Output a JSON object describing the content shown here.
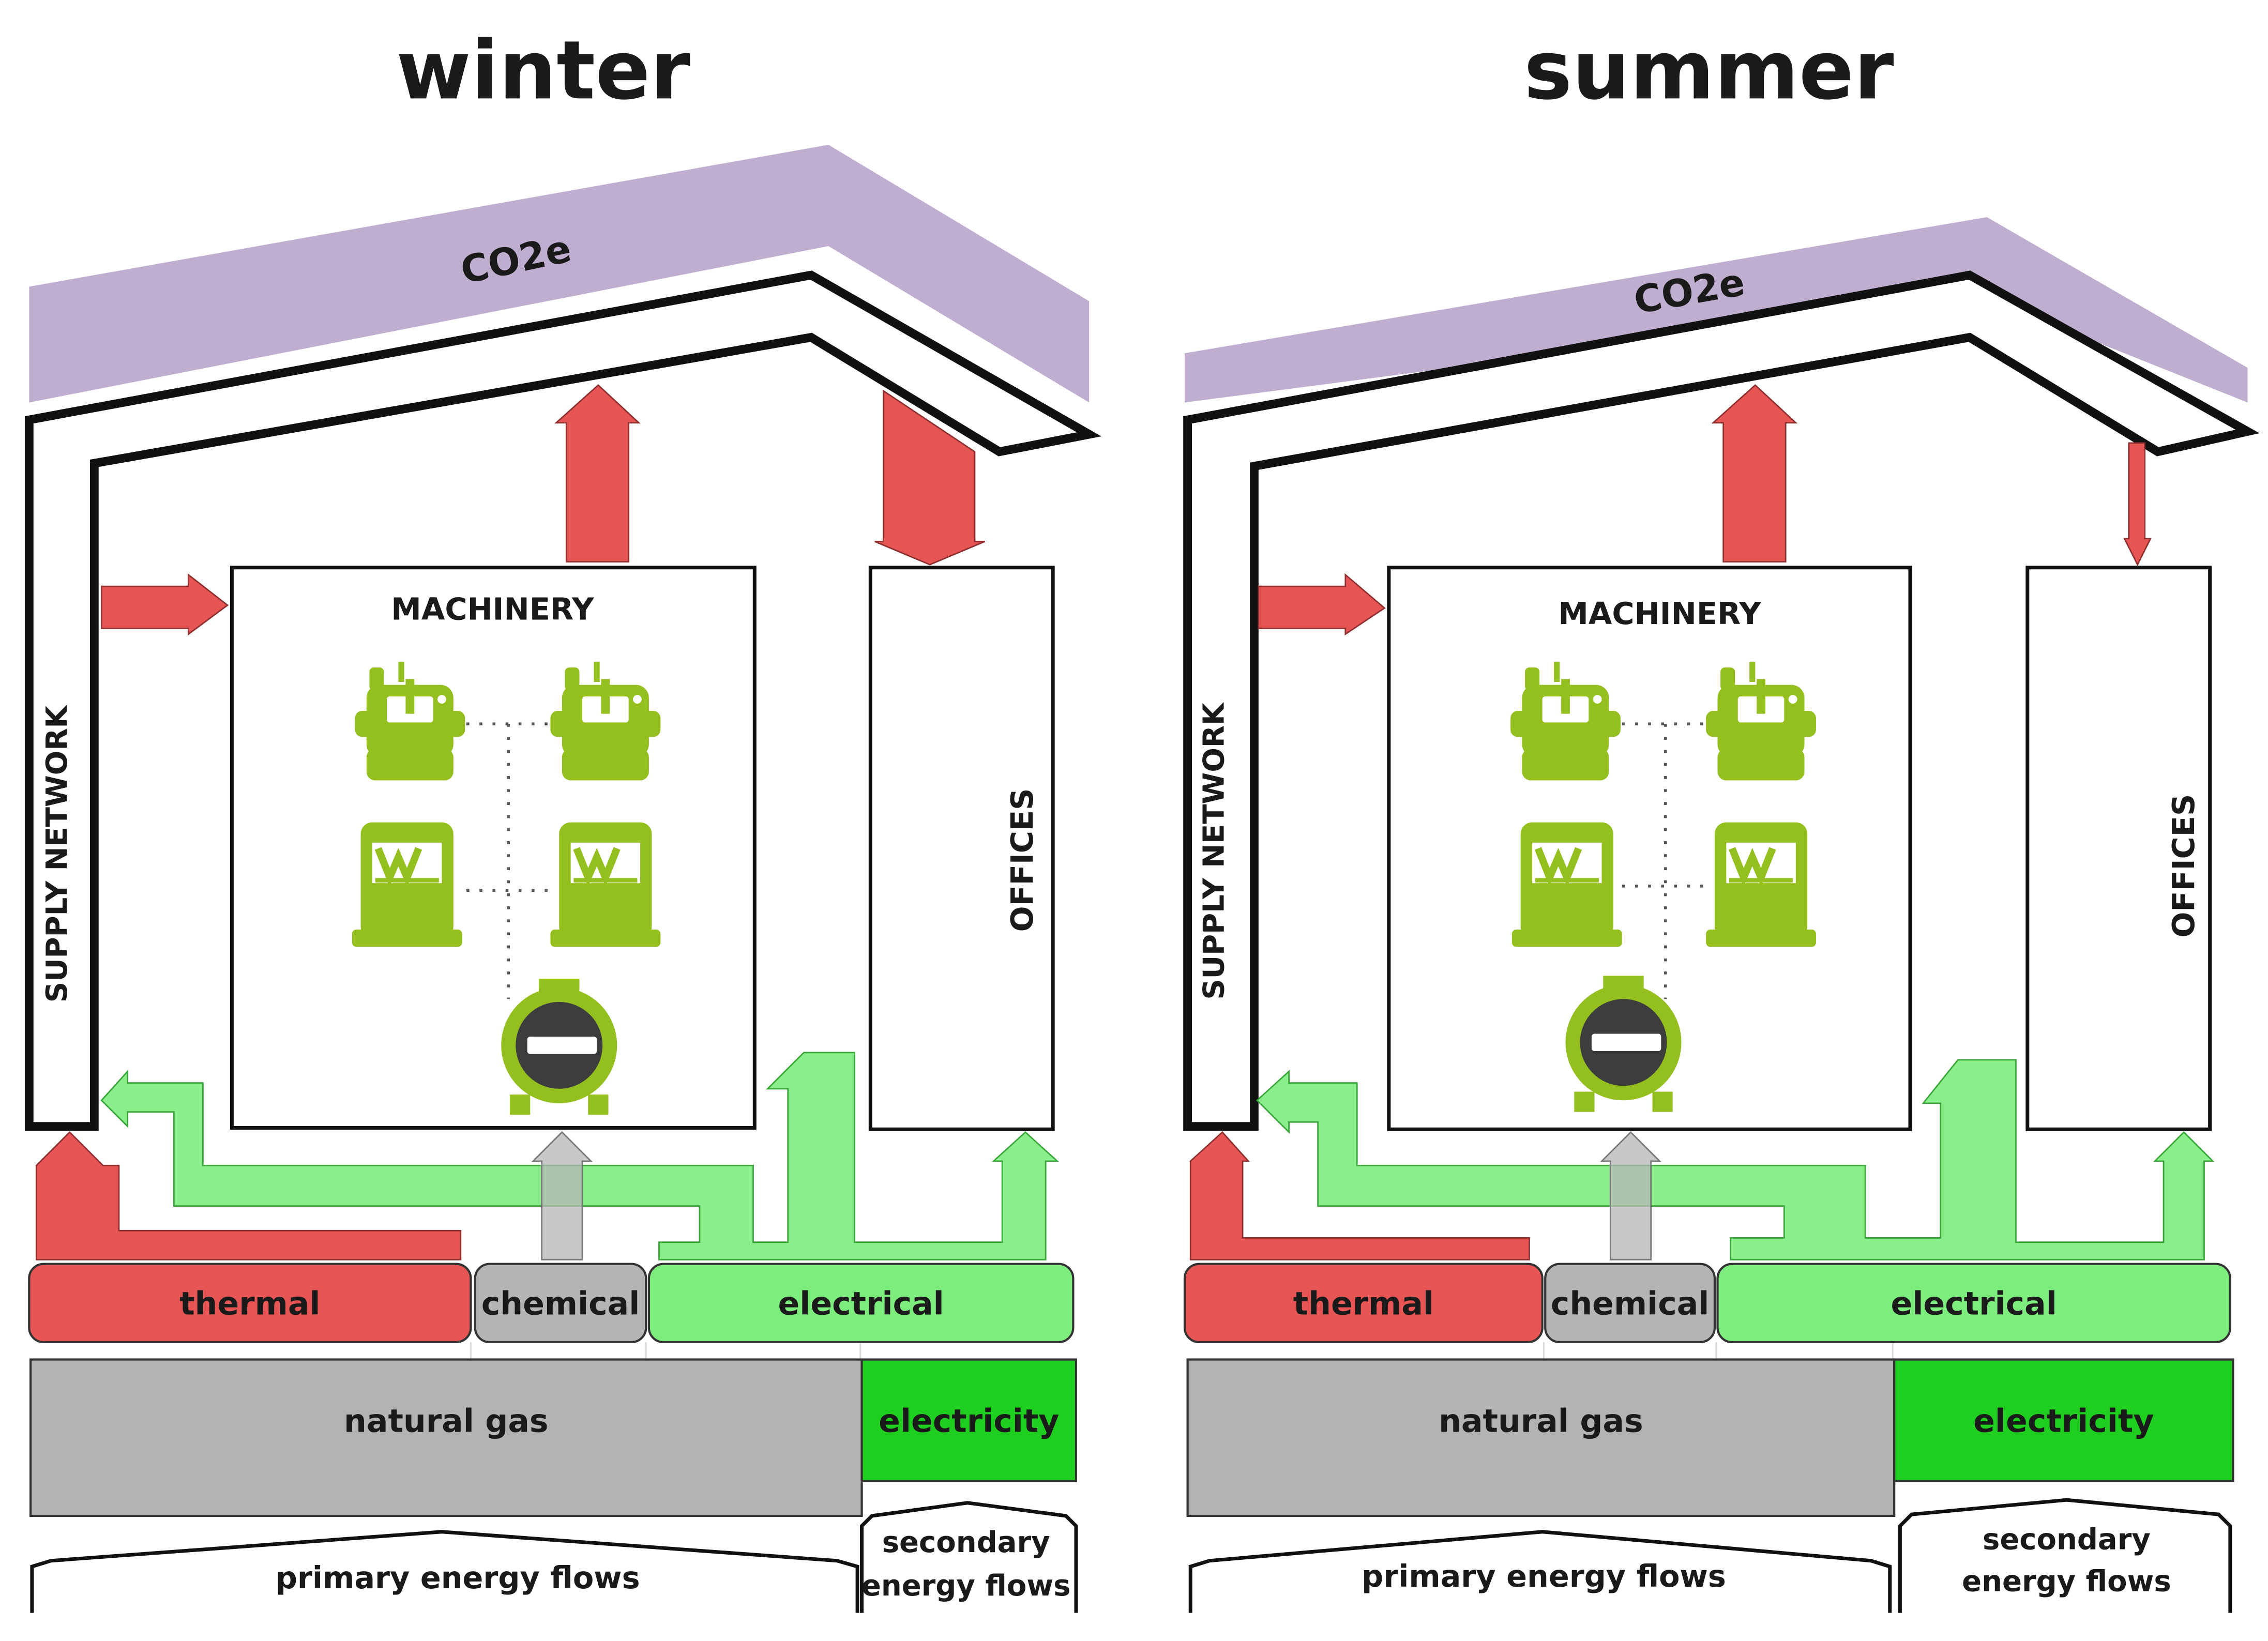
{
  "colors": {
    "co2": "#c0aed0",
    "thermal": "#e85555",
    "chemical": "#b5b5b5",
    "electrical": "#7ded7d",
    "natural_gas": "#b3b3b1",
    "electricity": "#1fcf1f",
    "machine": "#93c01f",
    "outline": "#111111"
  },
  "panels": [
    {
      "title": "winter",
      "co2_label": "CO2e",
      "supply_network": "SUPPLY NETWORK",
      "machinery": "MACHINERY",
      "offices": "OFFICES",
      "thermal": "thermal",
      "chemical": "chemical",
      "electrical": "electrical",
      "natural_gas": "natural gas",
      "electricity": "electricity",
      "primary_flows": "primary energy flows",
      "secondary_flows_1": "secondary",
      "secondary_flows_2": "energy flows",
      "offices_heat_flow_level": "large"
    },
    {
      "title": "summer",
      "co2_label": "CO2e",
      "supply_network": "SUPPLY NETWORK",
      "machinery": "MACHINERY",
      "offices": "OFFICES",
      "thermal": "thermal",
      "chemical": "chemical",
      "electrical": "electrical",
      "natural_gas": "natural gas",
      "electricity": "electricity",
      "primary_flows": "primary energy flows",
      "secondary_flows_1": "secondary",
      "secondary_flows_2": "energy flows",
      "offices_heat_flow_level": "small"
    }
  ]
}
